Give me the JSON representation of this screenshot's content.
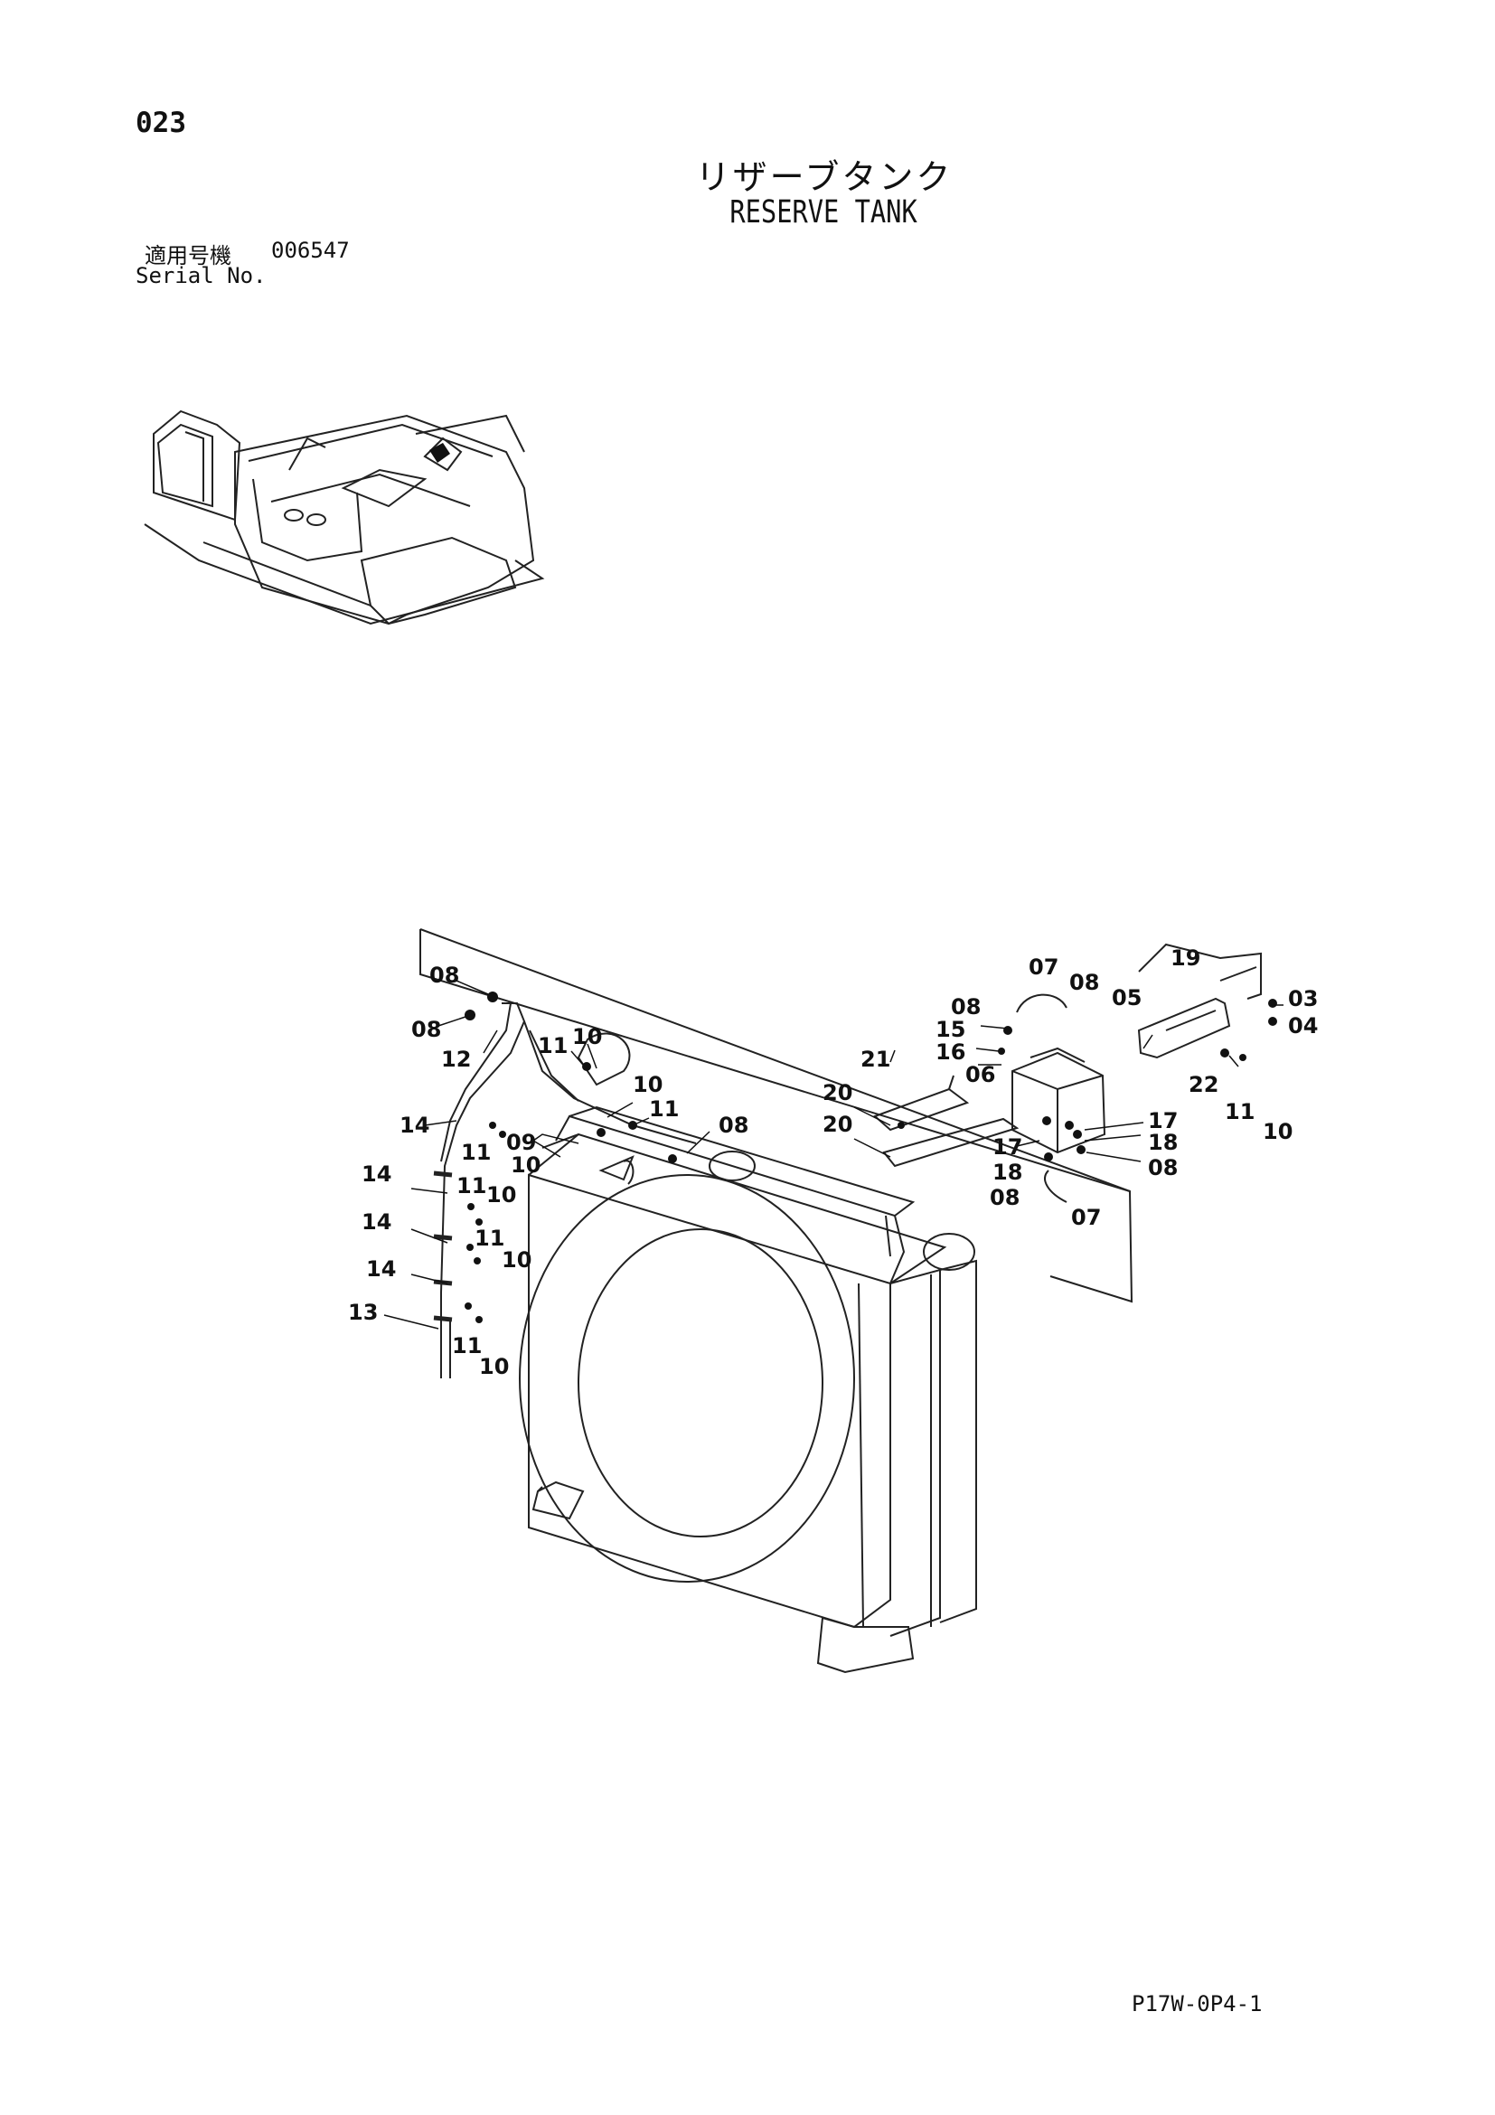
{
  "header": {
    "page_number": "023",
    "title_jp": "リザーブタンク",
    "title_en": "RESERVE TANK",
    "serial_label_jp": "適用号機",
    "serial_value": "006547",
    "serial_label_en": "Serial No."
  },
  "footer": {
    "document_code": "P17W-0P4-1"
  },
  "diagram": {
    "part_numbers": [
      "08",
      "08",
      "12",
      "11",
      "10",
      "10",
      "11",
      "09",
      "08",
      "14",
      "11",
      "10",
      "14",
      "11",
      "10",
      "14",
      "11",
      "10",
      "14",
      "13",
      "11",
      "10",
      "07",
      "08",
      "05",
      "08",
      "15",
      "16",
      "21",
      "06",
      "20",
      "20",
      "17",
      "18",
      "18",
      "08",
      "17",
      "08",
      "07",
      "19",
      "03",
      "04",
      "22",
      "11",
      "10"
    ]
  }
}
